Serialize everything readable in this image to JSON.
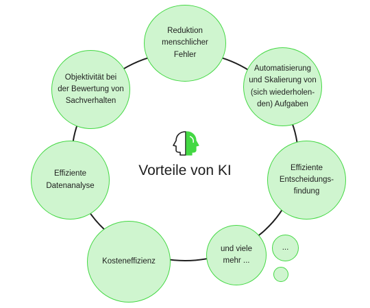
{
  "title": "Vorteile von KI",
  "icon": "ai-head-icon",
  "colors": {
    "fill": "#cff5cf",
    "stroke": "#43d843",
    "line": "#1e1e1e"
  },
  "nodes": [
    {
      "id": "reduktion",
      "label": "Reduktion\nmenschlicher\nFehler"
    },
    {
      "id": "automatisierung",
      "label": "Automatisierung\nund Skalierung von\n(sich wiederholen-\nden) Aufgaben"
    },
    {
      "id": "entscheidung",
      "label": "Effiziente\nEntscheidungs-\nfindung"
    },
    {
      "id": "viele-mehr",
      "label": "und viele\nmehr ..."
    },
    {
      "id": "ellipsis",
      "label": "..."
    },
    {
      "id": "kosten",
      "label": "Kosteneffizienz"
    },
    {
      "id": "datenanalyse",
      "label": "Effiziente\nDatenanalyse"
    },
    {
      "id": "objektivitaet",
      "label": "Objektivität bei\nder Bewertung von\nSachverhalten"
    }
  ]
}
